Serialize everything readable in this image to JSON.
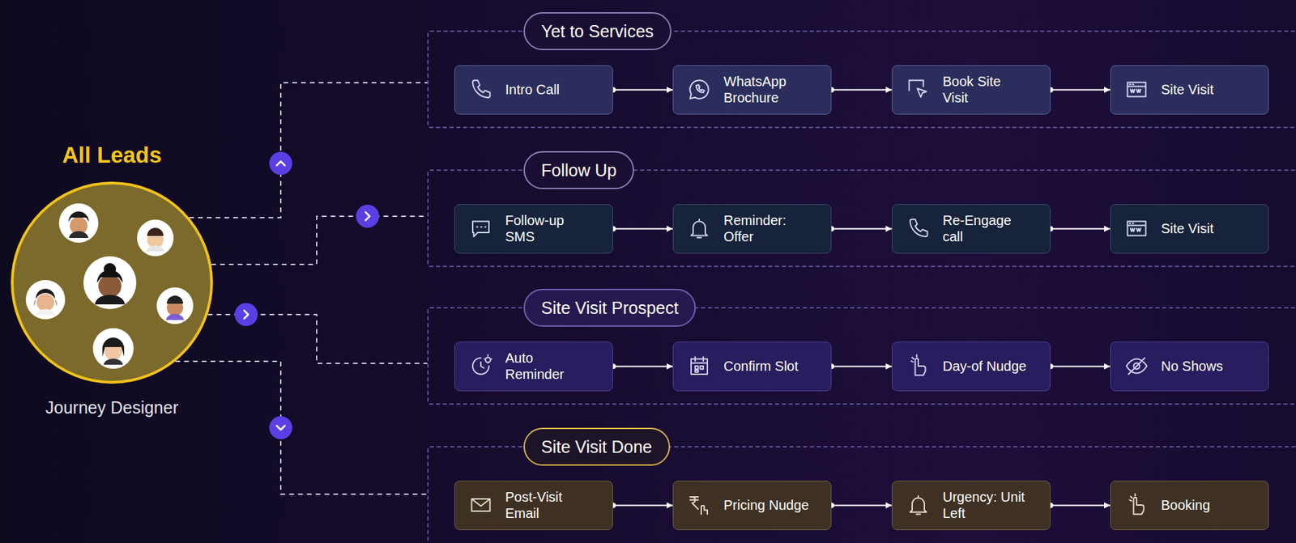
{
  "diagram": {
    "nodes": [
      {
        "text": [
          "All Leads",
          "Journey Designer"
        ]
      },
      {
        "text": [
          "Yet to Services"
        ]
      },
      {
        "text": [
          "Intro Call"
        ],
        "in": 1
      },
      {
        "text": [
          "WhatsApp Brochure"
        ],
        "in": 1
      },
      {
        "text": [
          "Book Site Visit"
        ],
        "in": 1
      },
      {
        "text": [
          "Site Visit"
        ],
        "in": 1
      },
      {
        "text": [
          "Follow Up"
        ]
      },
      {
        "text": [
          "Follow-up SMS"
        ],
        "in": 6
      },
      {
        "text": [
          "Reminder: Offer"
        ],
        "in": 6
      },
      {
        "text": [
          "Re-Engage call"
        ],
        "in": 6
      },
      {
        "text": [
          "Site Visit"
        ],
        "in": 6
      },
      {
        "text": [
          "Site Visit Prospect"
        ]
      },
      {
        "text": [
          "Auto Reminder"
        ],
        "in": 11
      },
      {
        "text": [
          "Confirm Slot"
        ],
        "in": 11
      },
      {
        "text": [
          "Day-of Nudge"
        ],
        "in": 11
      },
      {
        "text": [
          "No Shows"
        ],
        "in": 11
      },
      {
        "text": [
          "Site Visit Done"
        ]
      },
      {
        "text": [
          "Post-Visit Email"
        ],
        "in": 16
      },
      {
        "text": [
          "Pricing Nudge"
        ],
        "in": 16
      },
      {
        "text": [
          "Urgency: Unit Left"
        ],
        "in": 16
      },
      {
        "text": [
          "Booking"
        ],
        "in": 16
      }
    ],
    "edges": [
      {
        "from": 0,
        "to": 1,
        "arrow": "none"
      },
      {
        "from": 0,
        "to": 6,
        "arrow": "none"
      },
      {
        "from": 0,
        "to": 11,
        "arrow": "none"
      },
      {
        "from": 0,
        "to": 16,
        "arrow": "none"
      },
      {
        "from": 2,
        "to": 3,
        "arrow": "to"
      },
      {
        "from": 3,
        "to": 4,
        "arrow": "to"
      },
      {
        "from": 4,
        "to": 5,
        "arrow": "to"
      },
      {
        "from": 7,
        "to": 8,
        "arrow": "to"
      },
      {
        "from": 8,
        "to": 9,
        "arrow": "to"
      },
      {
        "from": 9,
        "to": 10,
        "arrow": "to"
      },
      {
        "from": 12,
        "to": 13,
        "arrow": "to"
      },
      {
        "from": 13,
        "to": 14,
        "arrow": "to"
      },
      {
        "from": 14,
        "to": 15,
        "arrow": "to"
      },
      {
        "from": 17,
        "to": 18,
        "arrow": "to"
      },
      {
        "from": 18,
        "to": 19,
        "arrow": "to"
      },
      {
        "from": 19,
        "to": 20,
        "arrow": "to"
      }
    ]
  }
}
